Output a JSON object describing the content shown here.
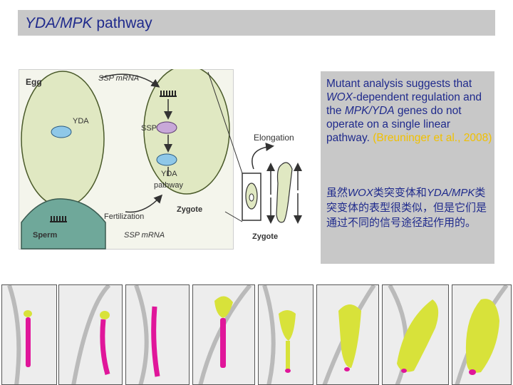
{
  "slide": {
    "title_italic": "YDA/MPK",
    "title_rest": " pathway"
  },
  "diagram": {
    "labels": {
      "egg": "Egg",
      "ssp_mrna_top": "SSP mRNA",
      "yda": "YDA",
      "ssp": "SSP",
      "yda_pathway_1": "YDA",
      "yda_pathway_2": "pathway",
      "elongation": "Elongation",
      "fertilization": "Fertilization",
      "zygote_1": "Zygote",
      "zygote_2": "Zygote",
      "sperm": "Sperm",
      "ssp_mrna_bottom": "SSP mRNA"
    }
  },
  "note": {
    "en_1": "Mutant analysis suggests that ",
    "en_wox": "WOX",
    "en_2": "-dependent regulation and the ",
    "en_mpk": "MPK/YDA",
    "en_3": " genes do not operate on a single linear pathway.",
    "citation": "(Breuninger et al., 2008)",
    "zh_1": "虽然",
    "zh_wox": "WOX",
    "zh_2": "类突变体和",
    "zh_yda": "YDA/MPK",
    "zh_3": "类突变体的表型很类似，但是它们是通过不同的信号途径起作用的。"
  },
  "colors": {
    "title_text": "#1f2a8c",
    "note_background": "#c8c8c8",
    "citation": "#f0c000",
    "egg_fill": "#e0e8c2",
    "sperm_fill": "#6fa89a",
    "yda_blue": "#8fc8e8",
    "ssp_purple": "#c8a8d8",
    "stain_magenta": "#e0169a",
    "stain_yellow": "#d8e23a"
  },
  "photo_strip": {
    "panels": [
      {
        "suspensor": "magenta",
        "embryo": "yellow"
      },
      {
        "suspensor": "magenta",
        "embryo": "yellow"
      },
      {
        "suspensor": "magenta",
        "embryo": "none"
      },
      {
        "suspensor": "magenta",
        "embryo": "yellow"
      },
      {
        "suspensor": "none",
        "embryo": "yellow"
      },
      {
        "suspensor": "none",
        "embryo": "yellow"
      },
      {
        "suspensor": "none",
        "embryo": "yellow"
      },
      {
        "suspensor": "none",
        "embryo": "yellow"
      }
    ]
  }
}
